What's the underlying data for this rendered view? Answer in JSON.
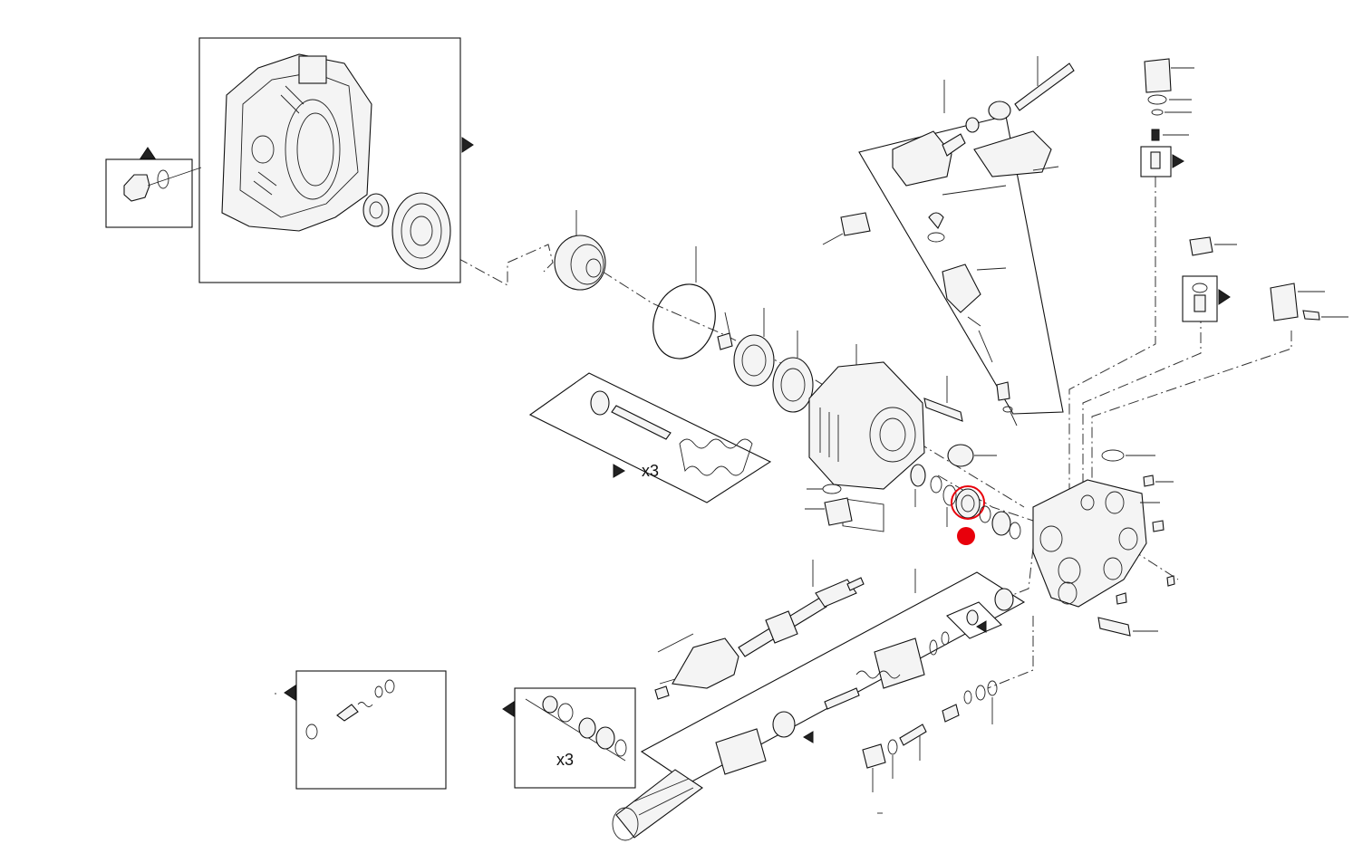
{
  "diagram": {
    "quantity_labels": [
      "x3",
      "x3"
    ],
    "highlight_color": "#e8000b",
    "line_color": "#111111",
    "background": "#ffffff"
  },
  "icons": {
    "arrow": "triangle-pointer",
    "highlight": "red-dot-marker"
  }
}
